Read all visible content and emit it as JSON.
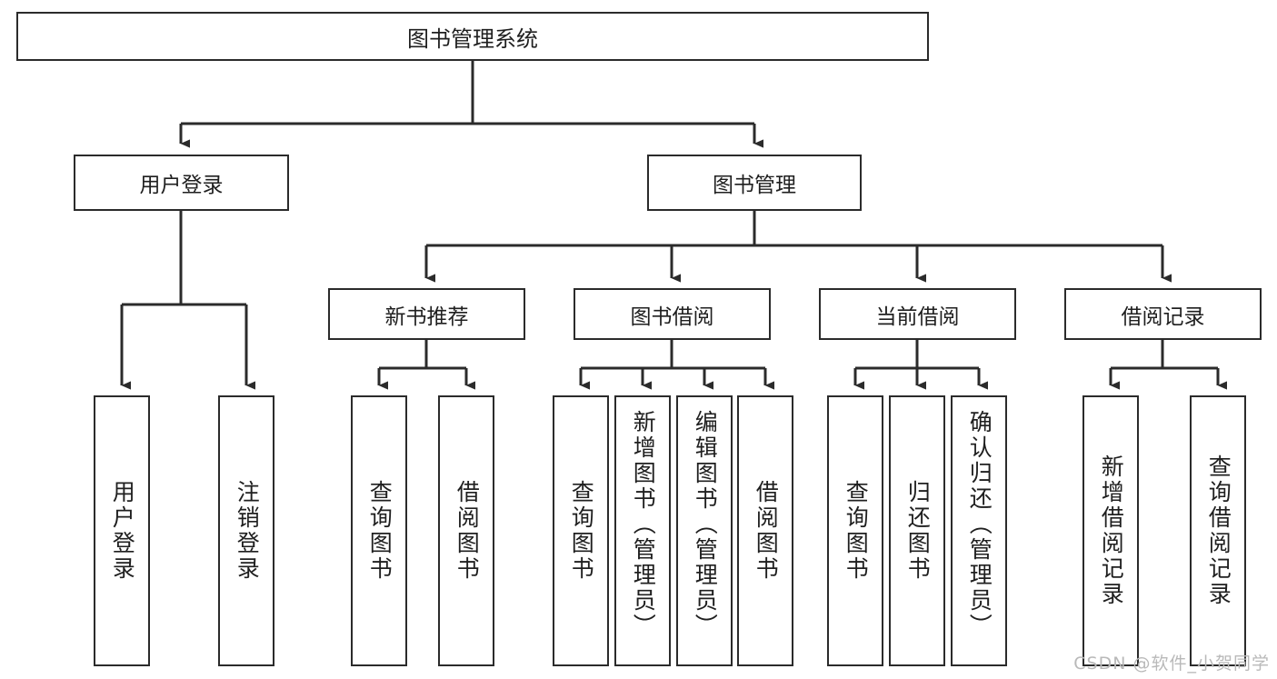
{
  "diagram": {
    "title": "图书管理系统",
    "type": "tree-structure-chart",
    "watermark": "CSDN @软件_小贺同学",
    "colors": {
      "background": "#ffffff",
      "stroke": "#2b2b2b",
      "text": "#1f1f1f",
      "watermark": "#b9b9b9"
    }
  },
  "nodes": {
    "root": {
      "label": "图书管理系统"
    },
    "level2": [
      {
        "id": "user-login",
        "label": "用户登录"
      },
      {
        "id": "book-manage",
        "label": "图书管理"
      }
    ],
    "level3": [
      {
        "id": "new-book-recommend",
        "label": "新书推荐"
      },
      {
        "id": "book-borrow",
        "label": "图书借阅"
      },
      {
        "id": "current-borrow",
        "label": "当前借阅"
      },
      {
        "id": "borrow-record",
        "label": "借阅记录"
      }
    ],
    "leaves": {
      "user_login": [
        {
          "id": "leaf-user-login",
          "label": "用户登录"
        },
        {
          "id": "leaf-logout-login",
          "label": "注销登录"
        }
      ],
      "new_book_recommend": [
        {
          "id": "leaf-query-book-1",
          "label": "查询图书"
        },
        {
          "id": "leaf-borrow-book-1",
          "label": "借阅图书"
        }
      ],
      "book_borrow": [
        {
          "id": "leaf-query-book-2",
          "label": "查询图书"
        },
        {
          "id": "leaf-add-book",
          "label": "新增图书（管理员）"
        },
        {
          "id": "leaf-edit-book",
          "label": "编辑图书（管理员）"
        },
        {
          "id": "leaf-borrow-book-2",
          "label": "借阅图书"
        }
      ],
      "current_borrow": [
        {
          "id": "leaf-query-book-3",
          "label": "查询图书"
        },
        {
          "id": "leaf-return-book",
          "label": "归还图书"
        },
        {
          "id": "leaf-confirm-return",
          "label": "确认归还（管理员）"
        }
      ],
      "borrow_record": [
        {
          "id": "leaf-add-borrow-record",
          "label": "新增借阅记录"
        },
        {
          "id": "leaf-query-borrow-record",
          "label": "查询借阅记录"
        }
      ]
    }
  }
}
